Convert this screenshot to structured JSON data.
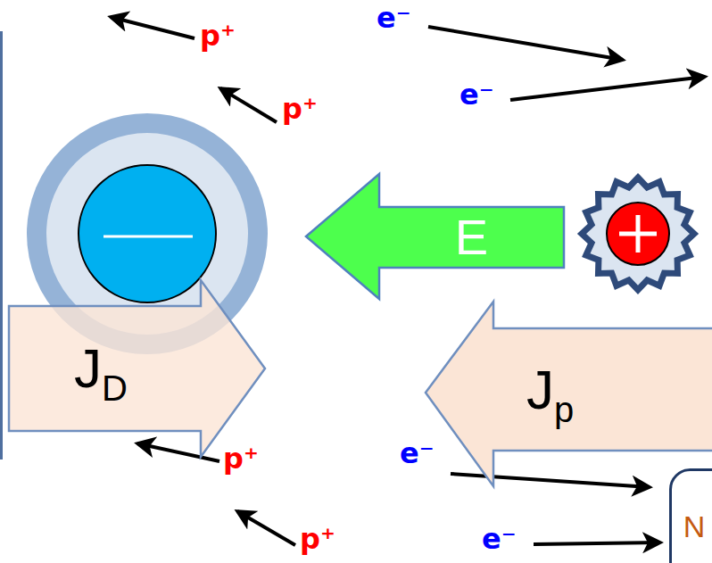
{
  "diagram": {
    "nodes": [
      {
        "text": [
          "E"
        ]
      },
      {
        "text": [
          "J",
          "D"
        ]
      },
      {
        "text": [
          "J",
          "p"
        ]
      },
      {
        "text": [
          "N"
        ]
      }
    ],
    "labels": [
      "p⁺",
      "e⁻",
      "p⁺",
      "e⁻",
      "p⁺",
      "e⁻",
      "p⁺",
      "e⁻"
    ]
  }
}
